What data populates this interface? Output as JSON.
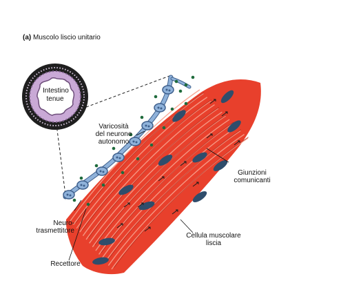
{
  "panel": {
    "letter": "(a)",
    "title": "Muscolo liscio unitario"
  },
  "inset": {
    "line1": "Intestino",
    "line2": "tenue"
  },
  "labels": {
    "varicosita": [
      "Varicosità",
      "del neurone",
      "autonomo"
    ],
    "giunzioni": [
      "Giunzioni",
      "comunicanti"
    ],
    "neurotrasmettitore": [
      "Neuro-",
      "trasmettitore"
    ],
    "cellula": [
      "Cellula muscolare",
      "liscia"
    ],
    "recettore": "Recettore"
  },
  "colors": {
    "muscle": "#e8402c",
    "muscle_light": "#f4836c",
    "nucleus": "#2f4d6b",
    "neuron": "#8fb2da",
    "neuron_dark": "#3e5f8c",
    "vesicle": "#1f6b3c",
    "ring_dark": "#2a2a2a",
    "ring_lilac": "#c9a9d6"
  }
}
